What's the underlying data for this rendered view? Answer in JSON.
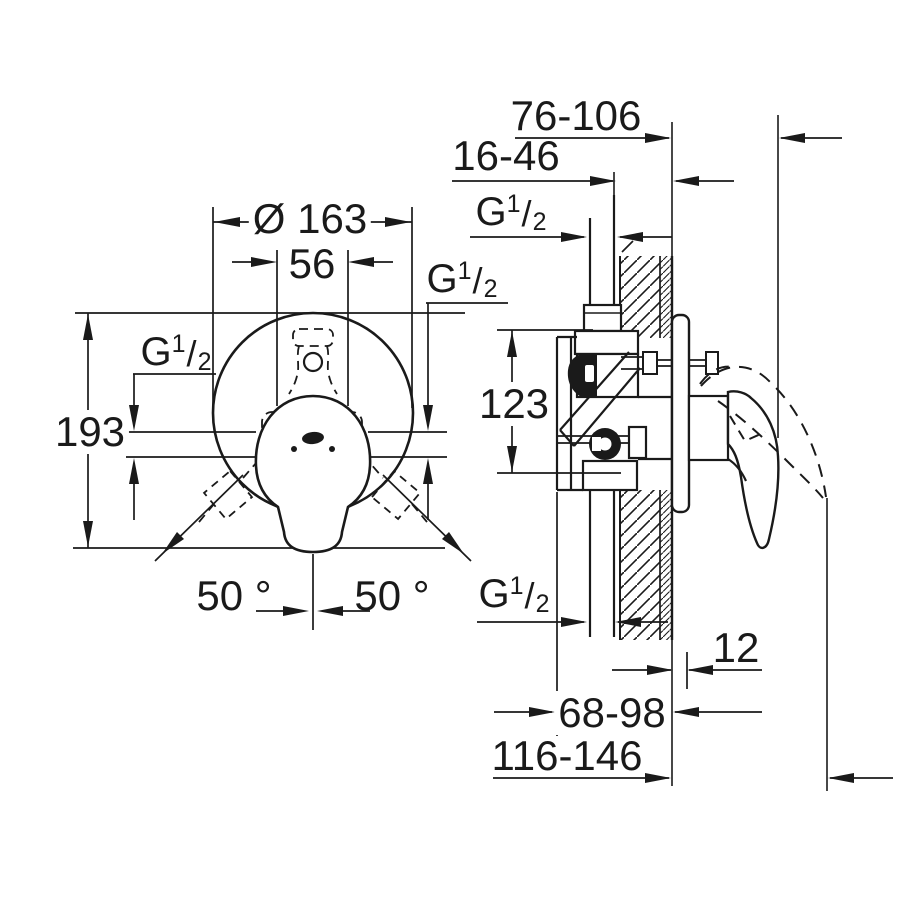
{
  "page": {
    "background": "#ffffff",
    "line_color": "#1a1a1a"
  },
  "front_view": {
    "diameter": "Ø 163",
    "cartridge_width": "56",
    "overall_height": "193",
    "swivel_angle_left": "50 °",
    "swivel_angle_right": "50 °",
    "thread_left": {
      "prefix": "G",
      "numerator": "1",
      "slash": "/",
      "denominator": "2"
    },
    "thread_right": {
      "prefix": "G",
      "numerator": "1",
      "slash": "/",
      "denominator": "2"
    }
  },
  "side_view": {
    "open_lever_clearance": "76-106",
    "supply_pipe_depth": "16-46",
    "thread_top": {
      "prefix": "G",
      "numerator": "1",
      "slash": "/",
      "denominator": "2"
    },
    "port_center_distance": "123",
    "thread_bottom": {
      "prefix": "G",
      "numerator": "1",
      "slash": "/",
      "denominator": "2"
    },
    "wall_plate_offset": "12",
    "installation_depth": "68-98",
    "lever_clearance": "116-146"
  }
}
